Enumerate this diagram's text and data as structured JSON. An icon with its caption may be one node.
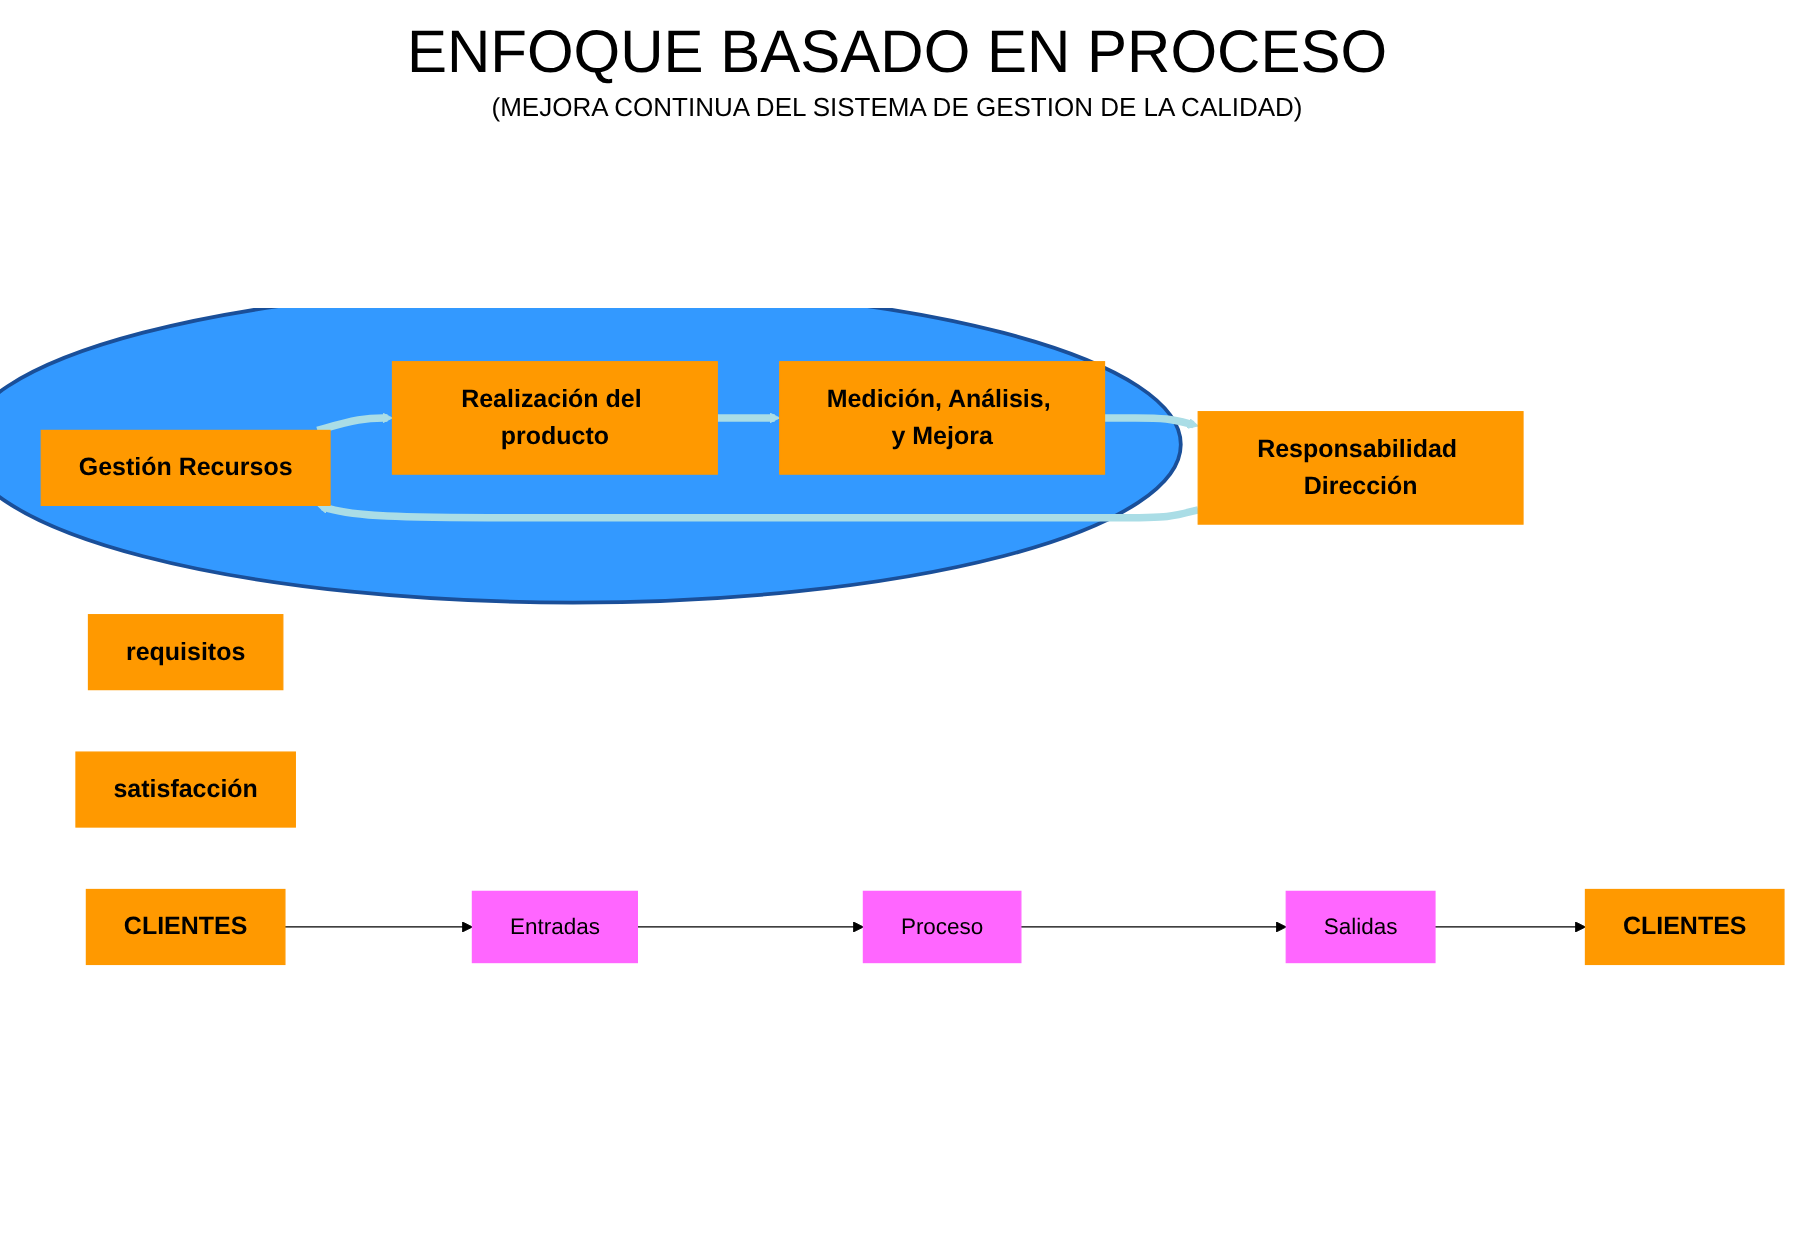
{
  "diagram": {
    "title": "ENFOQUE BASADO EN PROCESO",
    "nodes": [
      {
        "text": [
          "requisitos"
        ]
      },
      {
        "text": [
          "CLIENTES"
        ]
      },
      {
        "text": [],
        "shape": "ellipse"
      },
      {
        "text": [
          "Responsabilidad Dirección"
        ]
      },
      {
        "text": [
          "Gestión Recursos"
        ],
        "in": 2
      },
      {
        "text": [
          "Medición, Análisis, y Mejora"
        ],
        "in": 2
      },
      {
        "text": [
          "Realización del producto"
        ],
        "in": 2
      },
      {
        "text": [
          "Entradas"
        ]
      },
      {
        "text": [
          "Proceso"
        ]
      },
      {
        "text": [
          "Salidas"
        ]
      },
      {
        "text": [
          "CLIENTES"
        ]
      },
      {
        "text": [
          "satisfacción"
        ]
      }
    ],
    "edges": [
      {
        "from": 3,
        "to": 4,
        "arrow": "to",
        "style": "thick",
        "color": "#aadde6"
      },
      {
        "from": 4,
        "to": 6,
        "arrow": "to",
        "style": "thick",
        "color": "#aadde6"
      },
      {
        "from": 6,
        "to": 5,
        "arrow": "to",
        "style": "thick",
        "color": "#aadde6"
      },
      {
        "from": 5,
        "to": 3,
        "arrow": "to",
        "style": "thick",
        "color": "#aadde6"
      },
      {
        "from": 1,
        "to": 7,
        "arrow": "to",
        "color": "#000000"
      },
      {
        "from": 7,
        "to": 8,
        "arrow": "to",
        "color": "#000000"
      },
      {
        "from": 8,
        "to": 9,
        "arrow": "to",
        "color": "#000000"
      },
      {
        "from": 9,
        "to": 10,
        "arrow": "to",
        "color": "#000000"
      }
    ],
    "labels": [
      "(MEJORA CONTINUA DEL SISTEMA DE GESTION DE LA CALIDAD)"
    ]
  }
}
